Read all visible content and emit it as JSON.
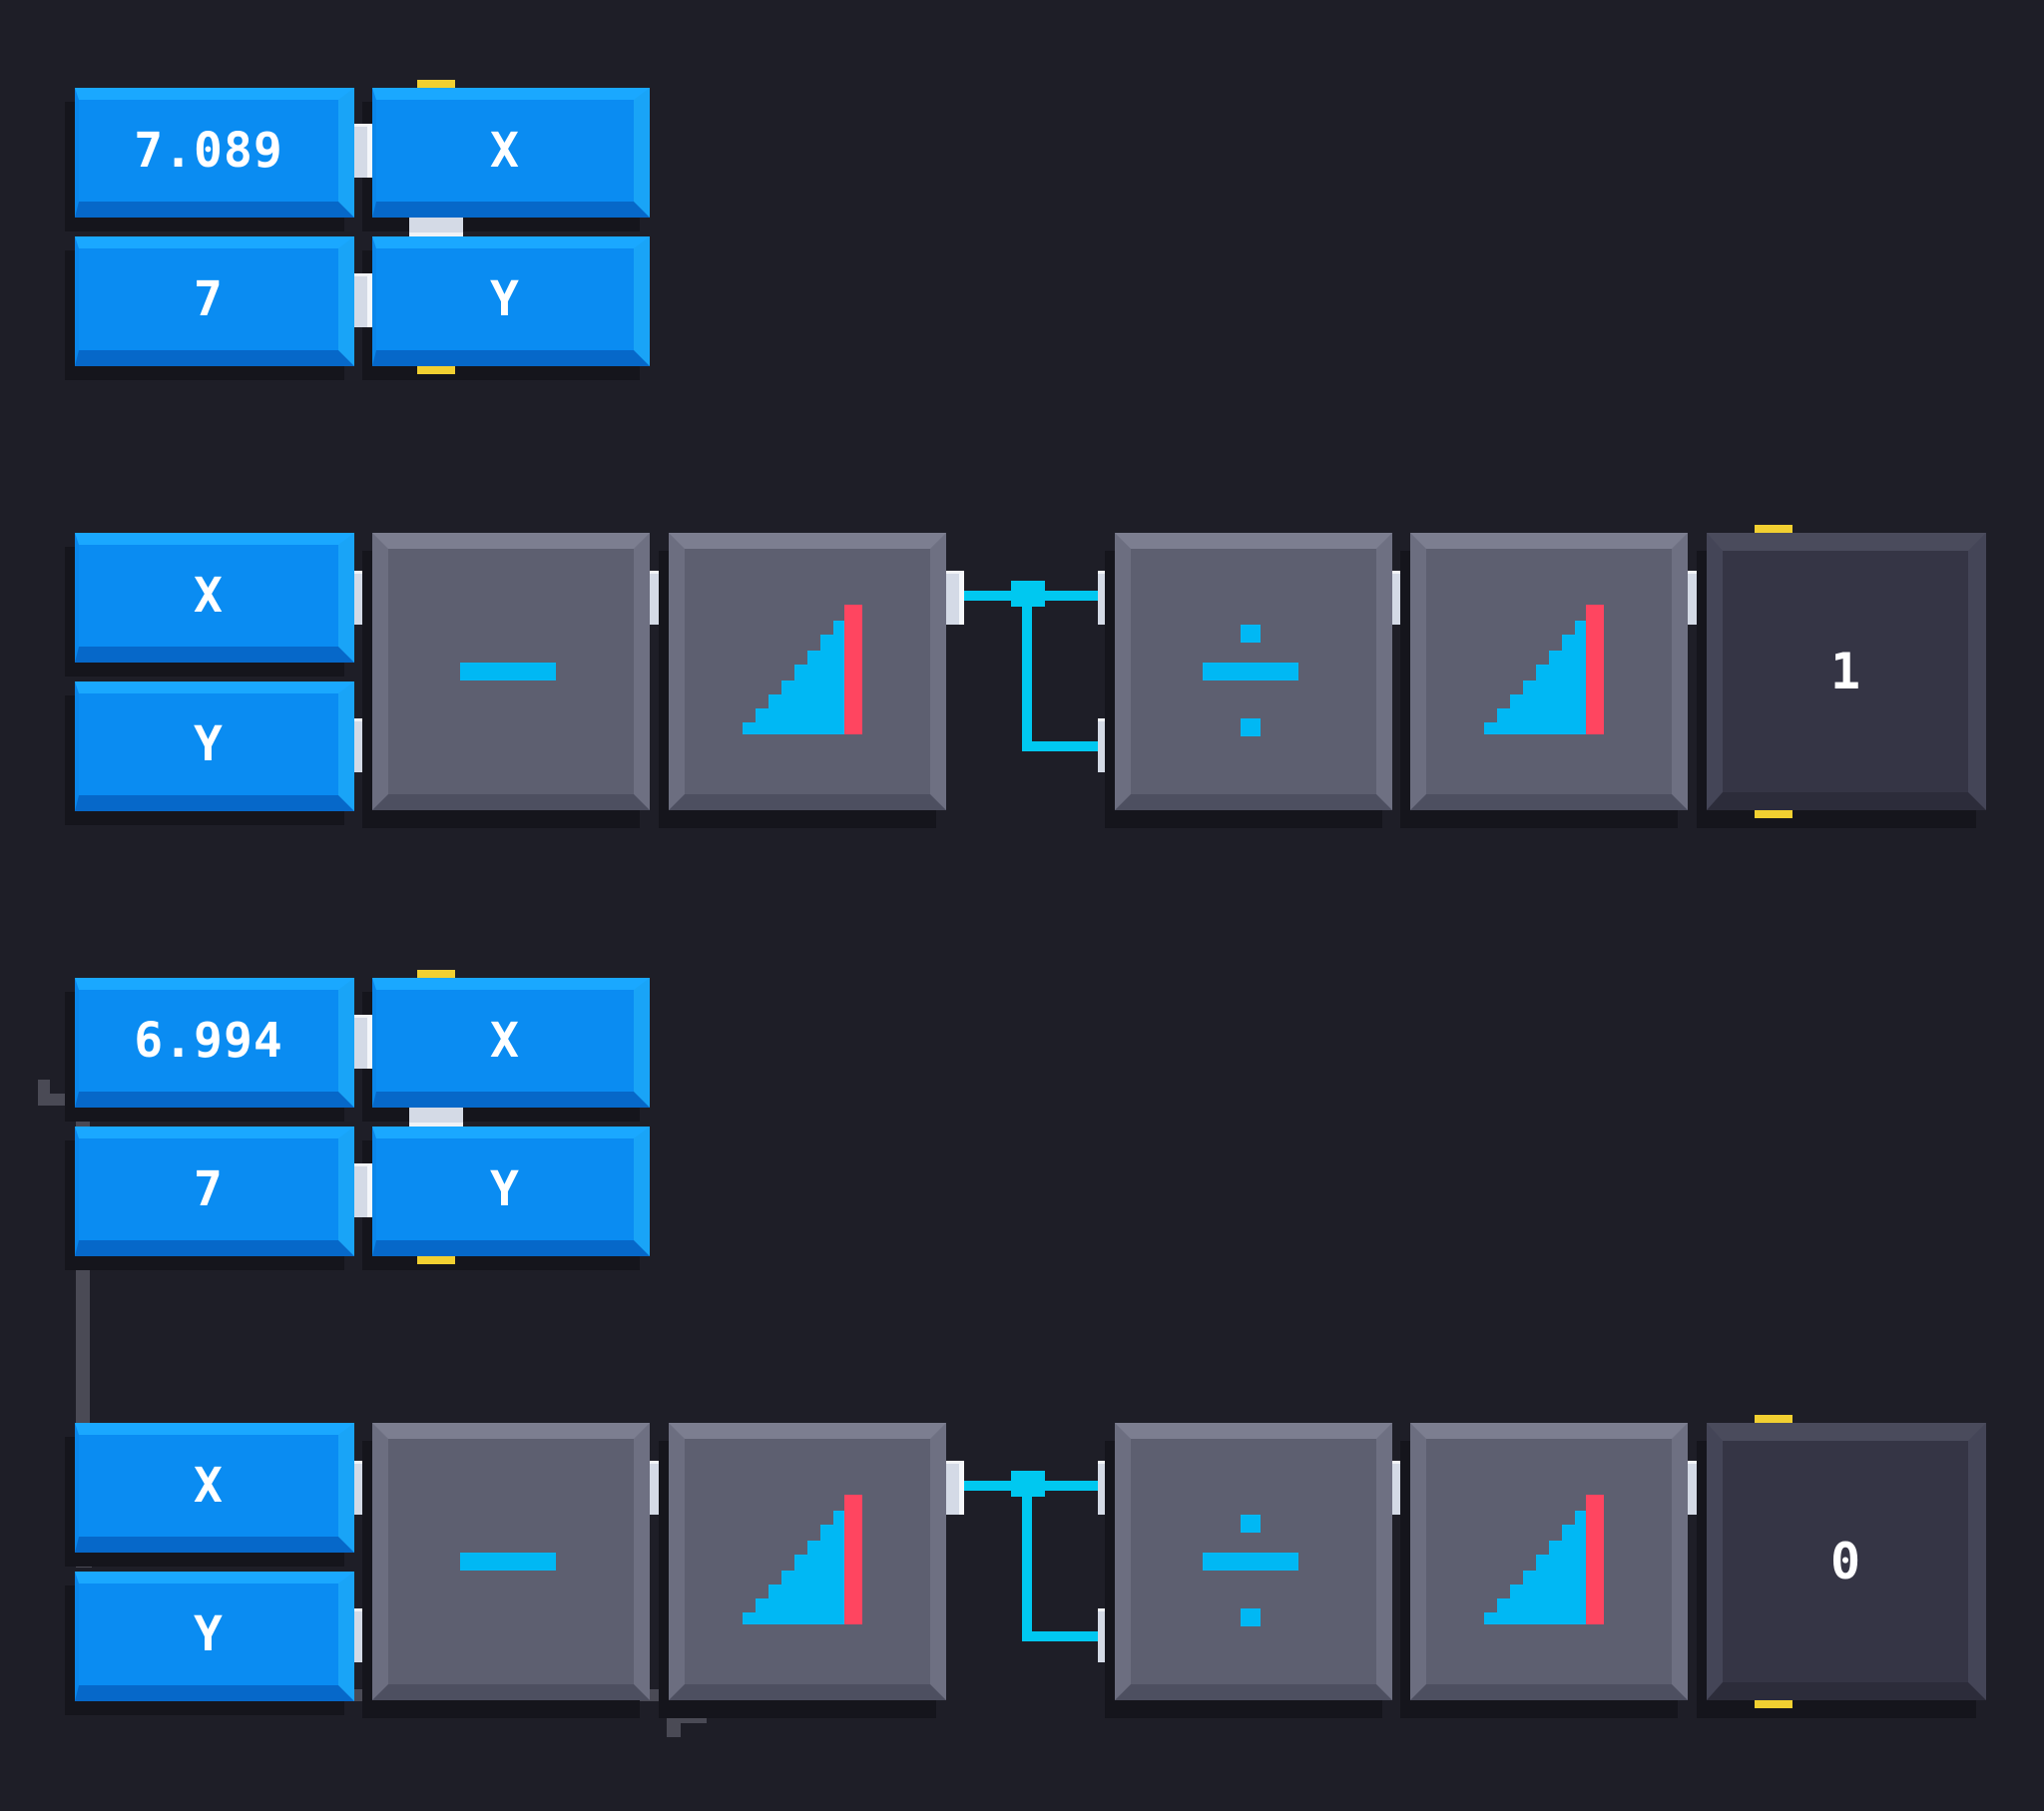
{
  "groups": [
    {
      "comparator": {
        "a": "7.089",
        "b": "7",
        "x": "X",
        "y": "Y"
      },
      "circuit": {
        "x": "X",
        "y": "Y",
        "output": "1"
      }
    },
    {
      "comparator": {
        "a": "6.994",
        "b": "7",
        "x": "X",
        "y": "Y"
      },
      "circuit": {
        "x": "X",
        "y": "Y",
        "output": "0"
      }
    }
  ],
  "icons": {
    "subtract": "minus-icon",
    "ramp": "ramp-icon",
    "divide": "divide-icon"
  },
  "colors": {
    "background": "#1e1e27",
    "input_block": "#0a8cf2",
    "operator_block": "#5d5f70",
    "output_block": "#353545",
    "wire": "#00c8f0",
    "pin": "#f2d031",
    "ramp_accent": "#ff4560"
  }
}
